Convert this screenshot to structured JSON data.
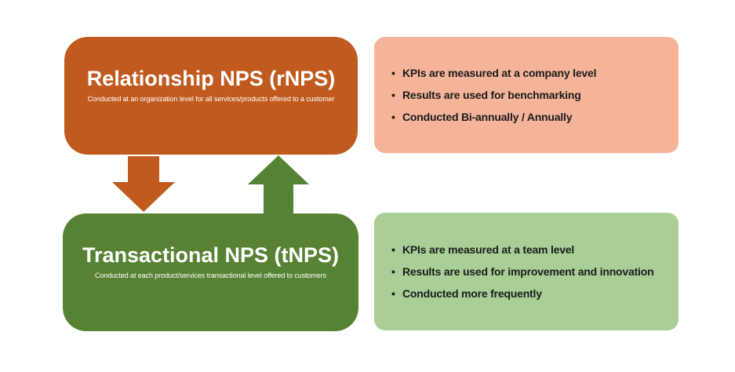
{
  "canvas": {
    "background": "#FFFFFF"
  },
  "colors": {
    "rnps_box": "#C05A1E",
    "rnps_panel": "#F5B49A",
    "tnps_box": "#578234",
    "tnps_panel": "#A9CE96",
    "box_text": "#FFFFFF",
    "bullet_text": "#1B1B1B"
  },
  "ui": {
    "bullet_glyph": "•"
  },
  "icons": {
    "down_arrow": "down-arrow-icon",
    "up_arrow": "up-arrow-icon"
  },
  "rnps": {
    "title": "Relationship NPS (rNPS)",
    "subtitle": "Conducted at an organization level for all services/products offered to a customer",
    "bullets": [
      "KPIs are measured at a company level",
      "Results are used for benchmarking",
      "Conducted Bi-annually / Annually"
    ]
  },
  "tnps": {
    "title": "Transactional NPS (tNPS)",
    "subtitle": "Conducted at each product/services transactional level offered to customers",
    "bullets": [
      "KPIs are measured at a team level",
      "Results are used for improvement and innovation",
      "Conducted more frequently"
    ]
  }
}
